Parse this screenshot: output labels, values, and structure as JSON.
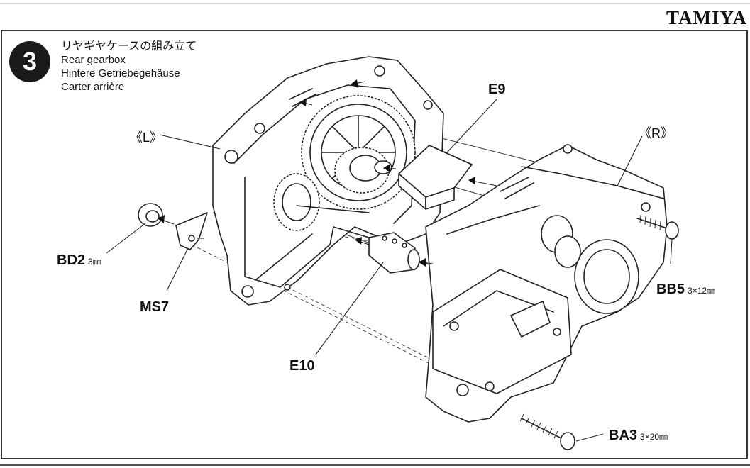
{
  "brand": "TAMIYA",
  "step": {
    "number": "3",
    "title_jp": "リヤギヤケースの組み立て",
    "title_en": "Rear gearbox",
    "title_de": "Hintere Getriebegehäuse",
    "title_fr": "Carter arrière"
  },
  "labels": {
    "left_case": "《L》",
    "right_case": "《R》",
    "e9": "E9",
    "e10": "E10",
    "bd2": "BD2",
    "bd2_size": "3㎜",
    "ms7": "MS7",
    "bb5": "BB5",
    "bb5_size": "3×12㎜",
    "ba3": "BA3",
    "ba3_size": "3×20㎜"
  }
}
